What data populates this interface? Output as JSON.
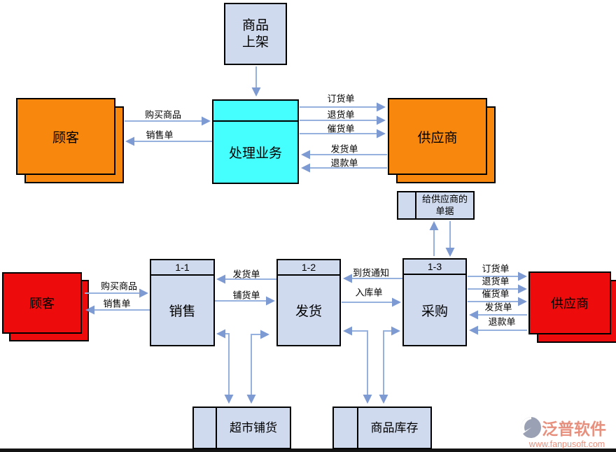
{
  "colors": {
    "process_cyan": "#45ffff",
    "entity_orange": "#f8870e",
    "entity_red": "#ee0b0b",
    "box_lightblue": "#cfdaee",
    "arrow_blue": "#8aa7d8",
    "watermark_salmon": "#e8907e"
  },
  "upper": {
    "shelf_box": "商品上架",
    "process_box": "处理业务",
    "customer_box": "顾客",
    "supplier_box": "供应商",
    "flow_buy": "购买商品",
    "flow_sales_order": "销售单",
    "flow_order": "订货单",
    "flow_return": "退货单",
    "flow_urge": "催货单",
    "flow_ship": "发货单",
    "flow_refund": "退款单",
    "store_supplier_docs": "给供应商的单据"
  },
  "lower": {
    "customer_box": "顾客",
    "supplier_box": "供应商",
    "sales_id": "1-1",
    "sales_label": "销售",
    "delivery_id": "1-2",
    "delivery_label": "发货",
    "purchase_id": "1-3",
    "purchase_label": "采购",
    "flow_buy": "购买商品",
    "flow_sales_order": "销售单",
    "flow_ship": "发货单",
    "flow_stock": "铺货单",
    "flow_arrival": "到货通知",
    "flow_warehouse": "入库单",
    "flow_order": "订货单",
    "flow_return": "退货单",
    "flow_urge": "催货单",
    "flow_ship2": "发货单",
    "flow_refund": "退款单",
    "store_market": "超市铺货",
    "store_inventory": "商品库存"
  },
  "watermark": {
    "brand": "泛普软件",
    "url": "www.fanpusoft.com"
  }
}
